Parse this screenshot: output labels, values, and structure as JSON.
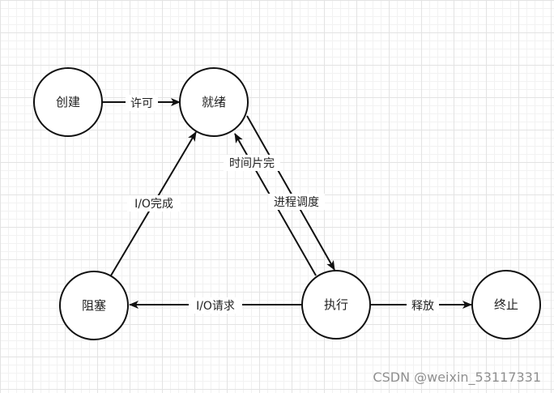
{
  "nodes": {
    "create": "创建",
    "ready": "就绪",
    "blocked": "阻塞",
    "running": "执行",
    "terminated": "终止"
  },
  "edges": {
    "create_to_ready": "许可",
    "io_complete": "I/O完成",
    "time_slice_done": "时间片完",
    "process_schedule": "进程调度",
    "io_request": "I/O请求",
    "release": "释放"
  },
  "watermark": "CSDN @weixin_53117331"
}
